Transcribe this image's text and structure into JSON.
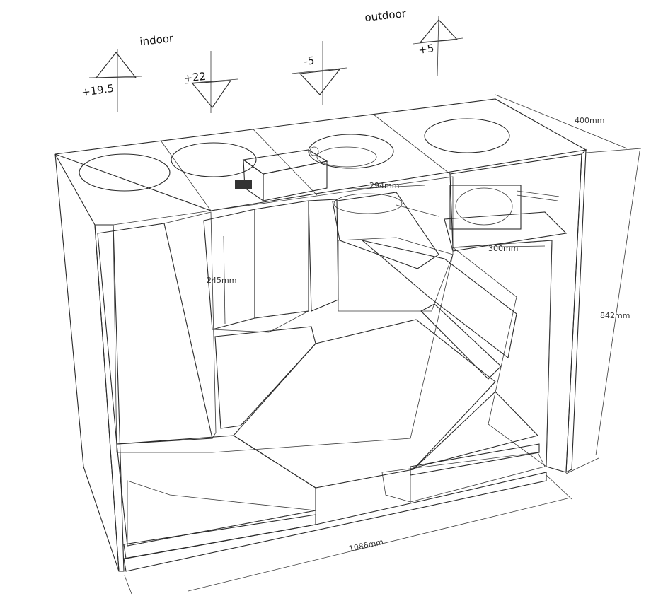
{
  "labels": {
    "indoor": "indoor",
    "outdoor": "outdoor",
    "temps": [
      "+19.5",
      "+22",
      "-5",
      "+5"
    ]
  },
  "dimensions": {
    "depth": "400mm",
    "height": "842mm",
    "width": "1086mm",
    "inner_height": "245mm",
    "fan_width": "294mm",
    "shelf_width": "300mm"
  },
  "colors": {
    "panel": "#c4c1a8",
    "panel_dark": "#a9a68e",
    "cream": "#f6f4dc",
    "insulation": "#f26a48",
    "metal": "#b8b8b4",
    "filter": "#3f8fa6",
    "actuator": "#e07a1e"
  }
}
